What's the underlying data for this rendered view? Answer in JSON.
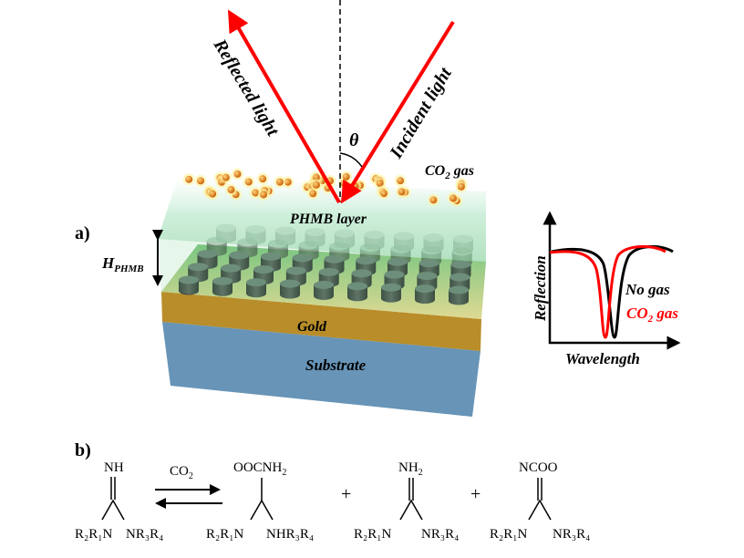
{
  "panel_a": {
    "label": "a)",
    "reflected_light": "Reflected light",
    "incident_light": "Incident light",
    "angle_symbol": "θ",
    "gas_label": "CO",
    "gas_sub": "2",
    "gas_suffix": " gas",
    "phmb_layer": "PHMB layer",
    "height_label": "H",
    "height_sub": "PHMB",
    "gold": "Gold",
    "substrate": "Substrate",
    "colors": {
      "light": "#ff0000",
      "gold": "#b88d2a",
      "substrate": "#6794b7",
      "phmb": "#8fd6a8",
      "molecule": "#e07a10"
    },
    "pillar_rows": 5,
    "pillar_cols": 9,
    "inset": {
      "y_label": "Reflection",
      "x_label": "Wavelength",
      "legend_no_gas": "No gas",
      "legend_co2": "CO",
      "legend_co2_sub": "2",
      "legend_co2_suffix": " gas",
      "no_gas_color": "#000000",
      "co2_color": "#ff0000"
    }
  },
  "panel_b": {
    "label": "b)",
    "reactant": {
      "top": "NH",
      "left": "R",
      "right": "NR"
    },
    "arrow_label": "CO",
    "arrow_label_sub": "2",
    "product1_top": "OOCNH",
    "product1_top_sub": "2",
    "product2_top": "NH",
    "product2_top_sub": "2",
    "product3_top": "NCOO",
    "plus": "+",
    "left_group": "R₂R₁N",
    "right_group": "NR₃R₄",
    "right_group_h": "NHR₃R₄"
  }
}
